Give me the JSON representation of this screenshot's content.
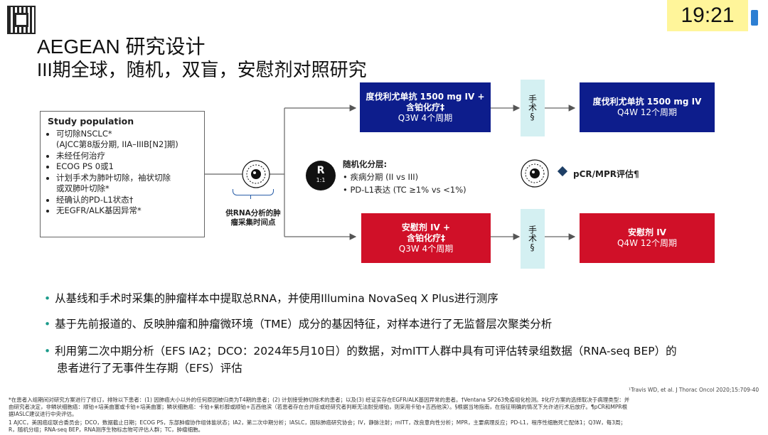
{
  "header": {
    "timer": "19:21",
    "title_line1": "AEGEAN 研究设计",
    "title_line2": "III期全球，随机，双盲，安慰剂对照研究"
  },
  "study_population": {
    "heading": "Study population",
    "items": [
      "可切除NSCLC*",
      "(AJCC第8版分期, IIA–IIIB[N2]期)",
      "未经任何治疗",
      "ECOG PS 0或1",
      "计划手术为肺叶切除，袖状切除",
      "或双肺叶切除*",
      "经确认的PD-L1状态†",
      "无EGFR/ALK基因异常*"
    ]
  },
  "arms": {
    "top_neoadj_l1": "度伐利尤单抗 1500 mg IV +",
    "top_neoadj_l2": "含铂化疗‡",
    "top_neoadj_l3": "Q3W 4个周期",
    "top_adj_l1": "度伐利尤单抗 1500 mg IV",
    "top_adj_l2": "Q4W 12个周期",
    "bot_neoadj_l1": "安慰剂 IV +",
    "bot_neoadj_l2": "含铂化疗‡",
    "bot_neoadj_l3": "Q3W 4个周期",
    "bot_adj_l1": "安慰剂 IV",
    "bot_adj_l2": "Q4W 12个周期",
    "surgery": "手术§"
  },
  "randomization": {
    "r": "R",
    "ratio": "1:1",
    "heading": "随机化分层:",
    "factors": [
      "疾病分期 (II vs III)",
      "PD-L1表达 (TC ≥1% vs <1%)"
    ]
  },
  "endpoint": "pCR/MPR评估¶",
  "sample_note": "供RNA分析的肿瘤采集时间点",
  "bullets": [
    "从基线和手术时采集的肿瘤样本中提取总RNA，并使用Illumina NovaSeq X Plus进行测序",
    "基于先前报道的、反映肿瘤和肿瘤微环境（TME）成分的基因特征，对样本进行了无监督层次聚类分析",
    "利用第二次中期分析（EFS IA2；DCO：2024年5月10日）的数据，对mITT人群中具有可评估转录组数据（RNA-seq BEP）的",
    "患者进行了无事件生存期（EFS）评估"
  ],
  "reference": "¹Travis WD, et al. J Thorac Oncol 2020;15:709-40",
  "footnotes": [
    "*在患者入组期间对研究方案进行了修订，排除以下患者：(1) 因肺癌大小以外的任何原因被归类为T4期的患者；(2) 计划接受肺切除术的患者；以及(3) 经证实存在EGFR/ALK基因异常的患者。†Ventana SP263免疫组化检测。‡化疗方案的选择取决于病理类型：并",
    "由研究者决定，非鳞状细胞癌：顺铂+培美曲塞或卡铂+培美曲塞；鳞状细胞癌：卡铂+紫杉醇或顺铂+吉西他滨（若患者存在合并症或经研究者判断无法耐受顺铂，则采用卡铂+吉西他滨）。§根据当地指南，在指征明确的情况下允许进行术后放疗。¶pCR和MPR根",
    "据IASLC建议进行中央评估。",
    "1 AJCC，美国癌症联合委员会；DCO，数据截止日期；ECOG PS，东部肿瘤协作组体能状态；IA2，第二次中期分析；IASLC，国际肺癌研究协会；IV，静脉注射；mITT，改良意向性分析；MPR，主要病理反应；PD-L1，程序性细胞死亡配体1；Q3W，每3周；",
    "R，随机分组；RNA-seq BEP，RNA测序生物标志物可评估人群；TC，肿瘤细胞。"
  ],
  "colors": {
    "blue_box": "#0d1d8c",
    "red_box": "#d01028",
    "surgery_box": "#d4f0f2",
    "timer_bg": "#fff59a",
    "bullet": "#1a9a8a"
  }
}
